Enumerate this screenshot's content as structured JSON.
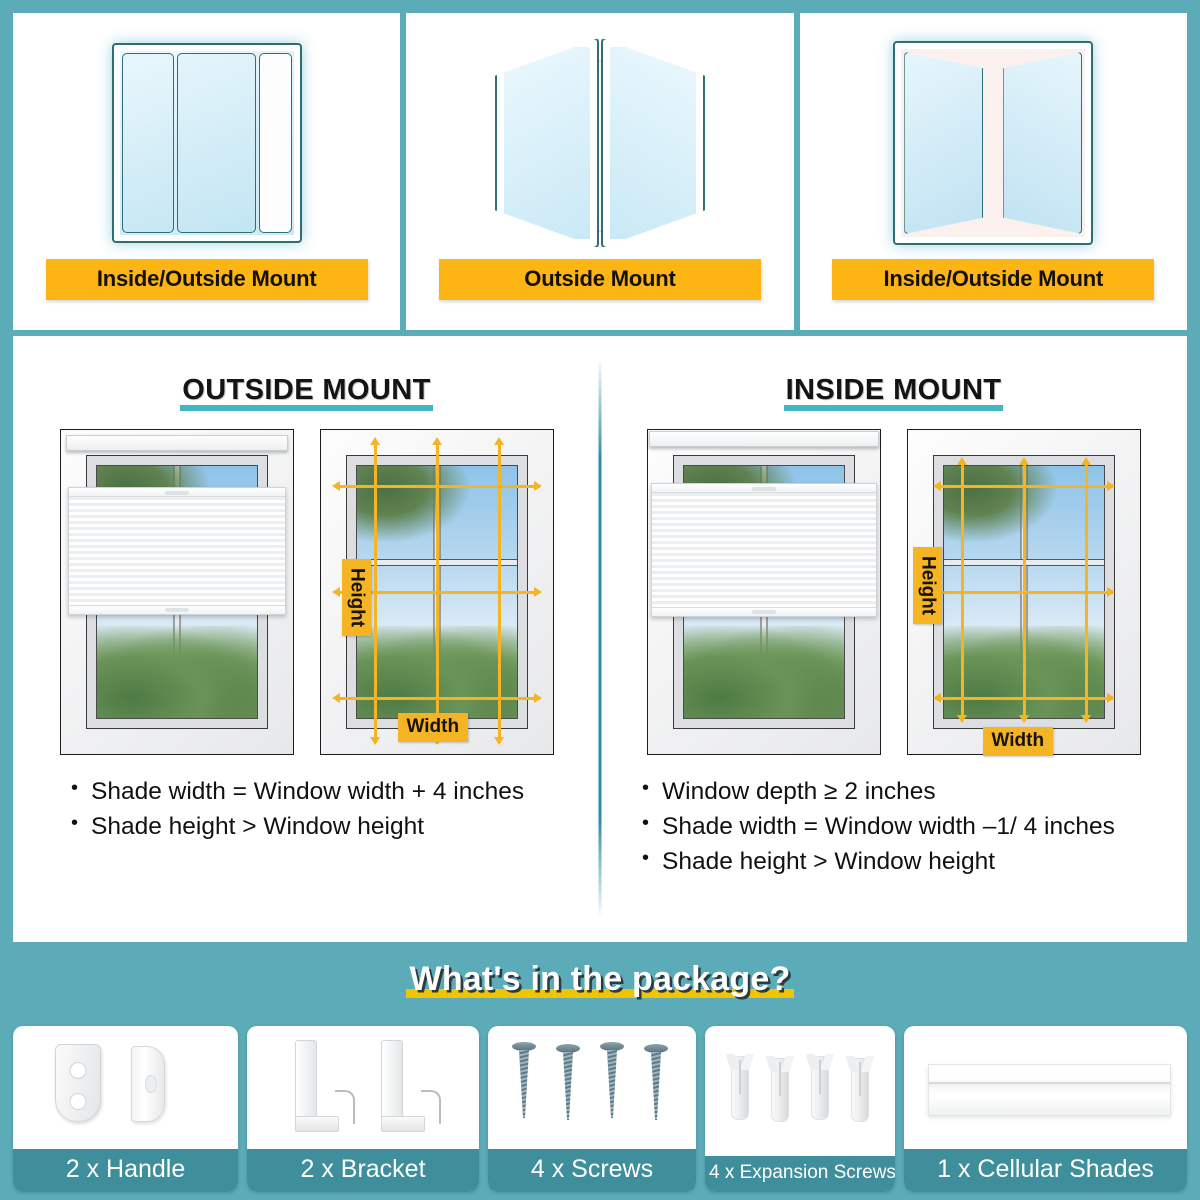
{
  "colors": {
    "teal_border": "#5BACB8",
    "teal_caption": "#3E8E9C",
    "yellow_badge": "#FCB513",
    "yellow_underline": "#F2C300",
    "measure_yellow": "#F4B423",
    "title_underline": "#3FB8C4"
  },
  "top_cards": [
    {
      "label": "Inside/Outside Mount",
      "icon": "single-hung-window-icon"
    },
    {
      "label": "Outside Mount",
      "icon": "outswing-casement-window-icon"
    },
    {
      "label": "Inside/Outside Mount",
      "icon": "double-casement-window-icon"
    }
  ],
  "mount_sections": [
    {
      "title": "OUTSIDE MOUNT",
      "shade_figure": "window-with-outside-mount-shade",
      "measure_figure": "window-outside-measurement-diagram",
      "dim_height_label": "Height",
      "dim_width_label": "Width",
      "bullets": [
        {
          "text": "Shade width = Window width + 4 inches"
        },
        {
          "text": "Shade height > Window height"
        }
      ]
    },
    {
      "title": "INSIDE MOUNT",
      "shade_figure": "window-with-inside-mount-shade",
      "measure_figure": "window-inside-measurement-diagram",
      "dim_height_label": "Height",
      "dim_width_label": "Width",
      "bullets": [
        {
          "text": "Window depth ≥ 2 inches"
        },
        {
          "text": "Shade width = Window width –1/ 4 inches"
        },
        {
          "text": "Shade height > Window height"
        }
      ]
    }
  ],
  "package": {
    "title": "What's in the package?",
    "items": [
      {
        "caption": "2 x Handle",
        "icon": "handle-icon",
        "flex": 225
      },
      {
        "caption": "2 x Bracket",
        "icon": "bracket-icon",
        "flex": 232
      },
      {
        "caption": "4 x Screws",
        "icon": "screw-icon",
        "flex": 208
      },
      {
        "caption": "4 x Expansion Screws",
        "icon": "expansion-anchor-icon",
        "flex": 190,
        "small_caption": true
      },
      {
        "caption": "1 x Cellular Shades",
        "icon": "cellular-shade-icon",
        "flex": 283
      }
    ]
  }
}
